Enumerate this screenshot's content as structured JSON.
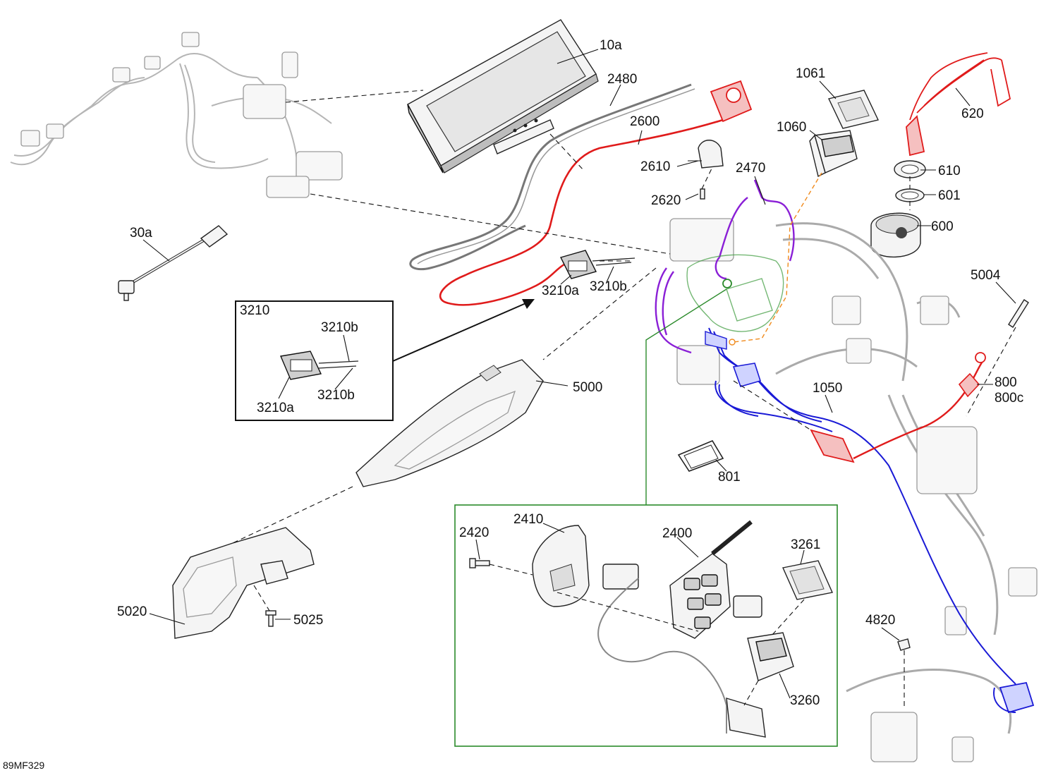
{
  "labels": {
    "p10a": "10a",
    "p2480": "2480",
    "p2600": "2600",
    "p1061": "1061",
    "p1060": "1060",
    "p620": "620",
    "p610": "610",
    "p601": "601",
    "p600": "600",
    "p2610": "2610",
    "p2620": "2620",
    "p2470": "2470",
    "p30a": "30a",
    "p3210a_main": "3210a",
    "p3210b_main": "3210b",
    "p5004": "5004",
    "p3210": "3210",
    "p3210b_inset_top": "3210b",
    "p3210a_inset": "3210a",
    "p3210b_inset_bottom": "3210b",
    "p5000": "5000",
    "p1050": "1050",
    "p800": "800",
    "p800c": "800c",
    "p801": "801",
    "p2410": "2410",
    "p2420": "2420",
    "p2400": "2400",
    "p3261": "3261",
    "p3260": "3260",
    "p4820": "4820",
    "p5020": "5020",
    "p5025": "5025"
  },
  "figure_code": "89MF329",
  "colors": {
    "ink": "#111111",
    "red_harness": "#e01b1b",
    "purple_harness": "#8a1fd6",
    "blue_harness": "#1a1ad6",
    "green_highlight": "#2a8a2a",
    "orange_dash": "#f08a1c",
    "ghost_gray": "#b5b5b5"
  }
}
